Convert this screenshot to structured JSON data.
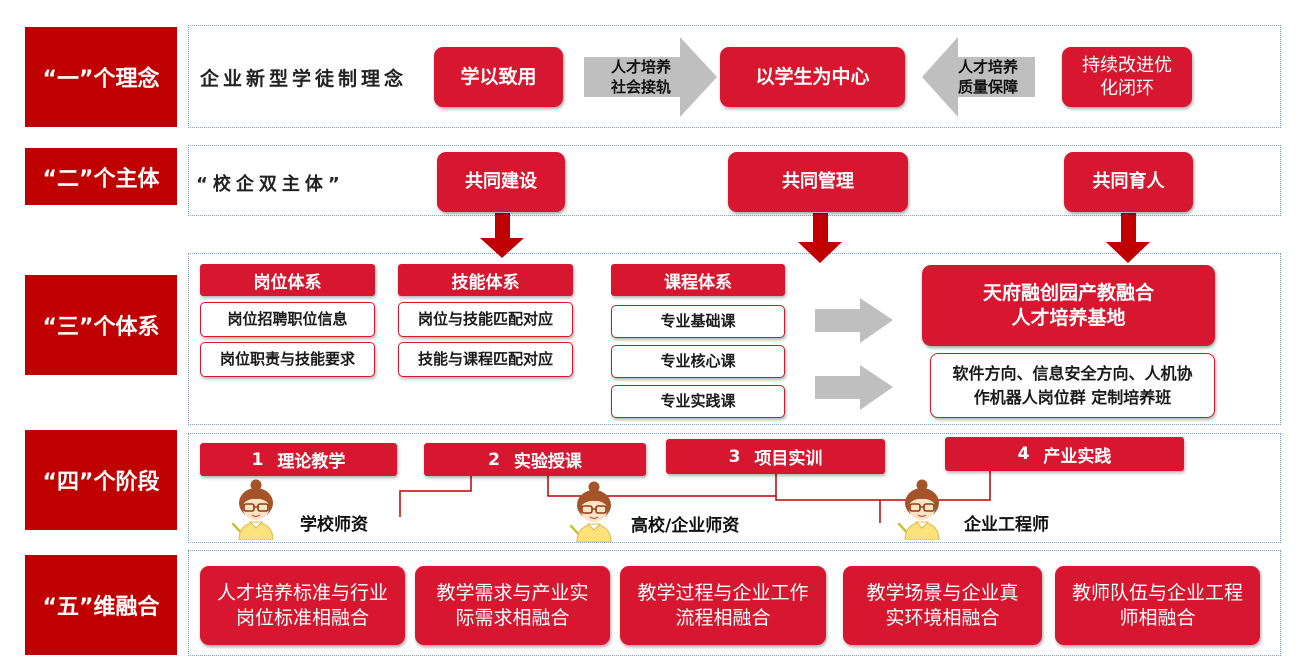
{
  "colors": {
    "label_red": "#c00000",
    "box_red": "#d6172f",
    "arrow_gray": "#bfbfbf",
    "down_arrow_red": "#c00000",
    "panel_border": "#7f9cc4",
    "teacher_shirt": "#fbe27a",
    "teacher_hair": "#a5542a"
  },
  "icons": {
    "teacher": "teacher-avatar-icon",
    "right_arrow": "arrow-right-icon",
    "left_arrow": "arrow-left-icon",
    "down_arrow": "arrow-down-icon"
  },
  "row1": {
    "label": "“一”个理念",
    "intro": "企业新型学徒制理念",
    "box_left": "学以致用",
    "arrow_right": [
      "人才培养",
      "社会接轨"
    ],
    "box_center": "以学生为中心",
    "arrow_left": [
      "人才培养",
      "质量保障"
    ],
    "box_right": [
      "持续改进优",
      "化闭环"
    ]
  },
  "row2": {
    "label": "“二”个主体",
    "intro": "“校企双主体”",
    "boxes": [
      "共同建设",
      "共同管理",
      "共同育人"
    ]
  },
  "row3": {
    "label": "“三”个体系",
    "columns": [
      {
        "header": "岗位体系",
        "items": [
          "岗位招聘职位信息",
          "岗位职责与技能要求"
        ]
      },
      {
        "header": "技能体系",
        "items": [
          "岗位与技能匹配对应",
          "技能与课程匹配对应"
        ]
      },
      {
        "header": "课程体系",
        "items": [
          "专业基础课",
          "专业核心课",
          "专业实践课"
        ]
      }
    ],
    "base": [
      "天府融创园产教融合",
      "人才培养基地"
    ],
    "classes": [
      "软件方向、信息安全方向、人机协",
      "作机器人岗位群 定制培养班"
    ]
  },
  "row4": {
    "label": "“四”个阶段",
    "stages": [
      {
        "num": "1",
        "name": "理论教学"
      },
      {
        "num": "2",
        "name": "实验授课"
      },
      {
        "num": "3",
        "name": "项目实训"
      },
      {
        "num": "4",
        "name": "产业实践"
      }
    ],
    "teachers": [
      "学校师资",
      "高校/企业师资",
      "企业工程师"
    ]
  },
  "row5": {
    "label": "“五”维融合",
    "items": [
      [
        "人才培养标准与行业",
        "岗位标准相融合"
      ],
      [
        "教学需求与产业实",
        "际需求相融合"
      ],
      [
        "教学过程与企业工作",
        "流程相融合"
      ],
      [
        "教学场景与企业真",
        "实环境相融合"
      ],
      [
        "教师队伍与企业工程",
        "师相融合"
      ]
    ]
  }
}
